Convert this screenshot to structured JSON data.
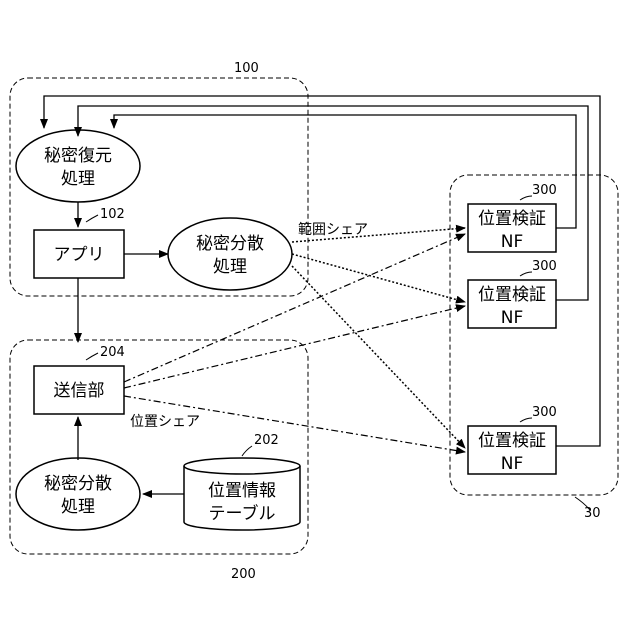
{
  "group_labels": {
    "device100": "100",
    "device200": "200",
    "group30": "30"
  },
  "nodes": {
    "secret_restore": [
      "秘密復元",
      "処理"
    ],
    "app": "アプリ",
    "app_ref": "102",
    "secret_share_top": [
      "秘密分散",
      "処理"
    ],
    "transmitter": "送信部",
    "transmitter_ref": "204",
    "secret_share_bottom": [
      "秘密分散",
      "処理"
    ],
    "location_table": [
      "位置情報",
      "テーブル"
    ],
    "location_table_ref": "202",
    "verifiers": [
      {
        "ref": "300",
        "line1": "位置検証",
        "line2": "NF"
      },
      {
        "ref": "300",
        "line1": "位置検証",
        "line2": "NF"
      },
      {
        "ref": "300",
        "line1": "位置検証",
        "line2": "NF"
      }
    ]
  },
  "edge_labels": {
    "range_share": "範囲シェア",
    "position_share": "位置シェア"
  }
}
